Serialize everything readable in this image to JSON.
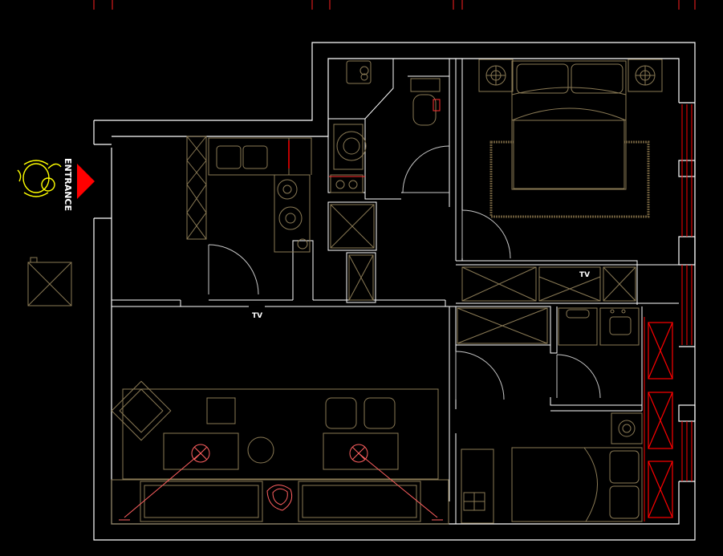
{
  "labels": {
    "entrance": "ENTRANCE",
    "tv_upper": "TV",
    "tv_lower": "TV"
  },
  "colors": {
    "background": "#000000",
    "wall": "#ffffff",
    "furniture": "#8a7a55",
    "accent_red": "#ff0000",
    "lamp_pink": "#ff6060",
    "symbol_yellow": "#ffff00",
    "rug": "#6a5a3a"
  },
  "icons": {
    "entrance_arrow": "red-triangle-arrow-icon",
    "entrance_person": "person-figure-icon",
    "ceiling_lamp": "ceiling-lamp-icon"
  }
}
